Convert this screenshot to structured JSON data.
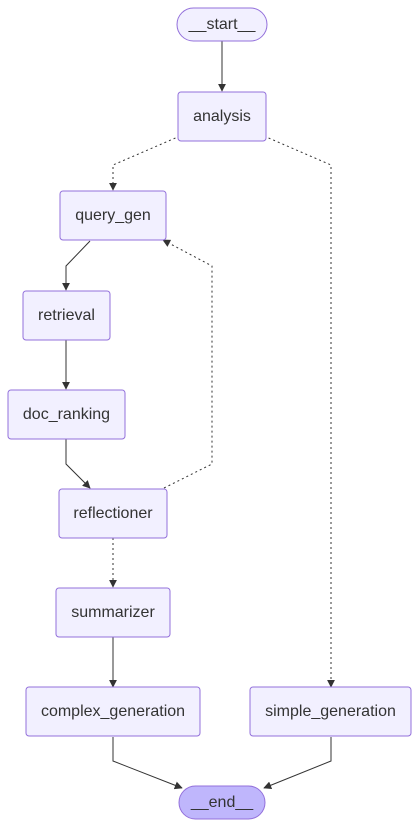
{
  "diagram": {
    "nodes": [
      {
        "id": "start",
        "label": "__start__",
        "kind": "terminal-start"
      },
      {
        "id": "analysis",
        "label": "analysis",
        "kind": "step"
      },
      {
        "id": "query_gen",
        "label": "query_gen",
        "kind": "step"
      },
      {
        "id": "retrieval",
        "label": "retrieval",
        "kind": "step"
      },
      {
        "id": "doc_ranking",
        "label": "doc_ranking",
        "kind": "step"
      },
      {
        "id": "reflectioner",
        "label": "reflectioner",
        "kind": "step"
      },
      {
        "id": "summarizer",
        "label": "summarizer",
        "kind": "step"
      },
      {
        "id": "complex_generation",
        "label": "complex_generation",
        "kind": "step"
      },
      {
        "id": "simple_generation",
        "label": "simple_generation",
        "kind": "step"
      },
      {
        "id": "end",
        "label": "__end__",
        "kind": "terminal-end"
      }
    ],
    "edges": [
      {
        "from": "start",
        "to": "analysis",
        "style": "solid"
      },
      {
        "from": "analysis",
        "to": "query_gen",
        "style": "dotted"
      },
      {
        "from": "analysis",
        "to": "simple_generation",
        "style": "dotted"
      },
      {
        "from": "query_gen",
        "to": "retrieval",
        "style": "solid"
      },
      {
        "from": "retrieval",
        "to": "doc_ranking",
        "style": "solid"
      },
      {
        "from": "doc_ranking",
        "to": "reflectioner",
        "style": "solid"
      },
      {
        "from": "reflectioner",
        "to": "query_gen",
        "style": "dotted"
      },
      {
        "from": "reflectioner",
        "to": "summarizer",
        "style": "dotted"
      },
      {
        "from": "summarizer",
        "to": "complex_generation",
        "style": "solid"
      },
      {
        "from": "complex_generation",
        "to": "end",
        "style": "solid"
      },
      {
        "from": "simple_generation",
        "to": "end",
        "style": "solid"
      }
    ],
    "colors": {
      "node_fill": "#f2f0ff",
      "node_stroke": "#9370db",
      "end_fill": "#bfb6fc",
      "edge": "#333333",
      "text": "#333333"
    }
  }
}
